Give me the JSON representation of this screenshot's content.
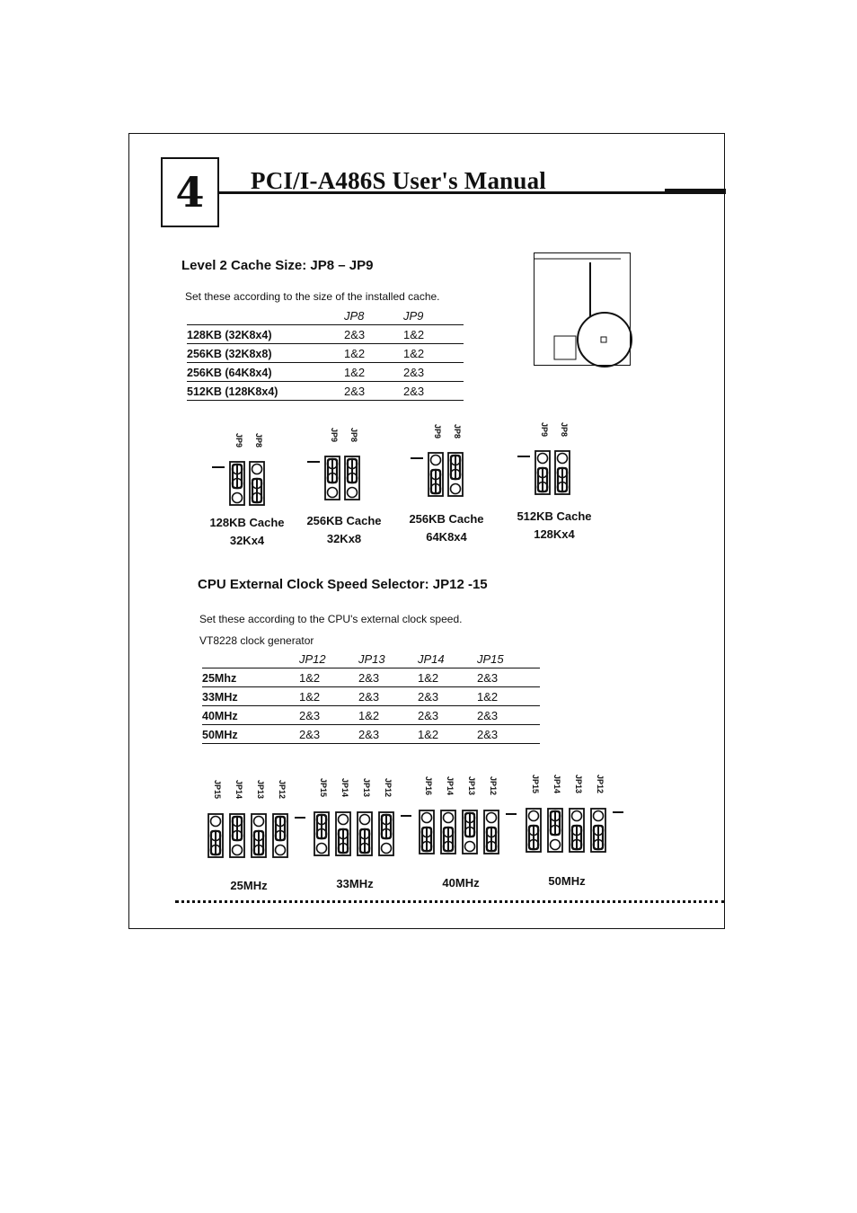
{
  "header": {
    "chapter": "4",
    "title": "PCI/I-A486S User's Manual"
  },
  "cache": {
    "title": "Level 2 Cache Size: JP8 – JP9",
    "note": "Set these according to the size of the installed cache.",
    "columns": [
      "JP8",
      "JP9"
    ],
    "rows": [
      {
        "label": "128KB (32K8x4)",
        "jp8": "2&3",
        "jp9": "1&2"
      },
      {
        "label": "256KB (32K8x8)",
        "jp8": "1&2",
        "jp9": "1&2"
      },
      {
        "label": "256KB (64K8x4)",
        "jp8": "1&2",
        "jp9": "2&3"
      },
      {
        "label": "512KB (128K8x4)",
        "jp8": "2&3",
        "jp9": "2&3"
      }
    ],
    "diagrams": [
      {
        "line1": "128KB Cache",
        "line2": "32Kx4",
        "jp_a": "JP9",
        "jp_b": "JP8"
      },
      {
        "line1": "256KB Cache",
        "line2": "32Kx8",
        "jp_a": "JP9",
        "jp_b": "JP8"
      },
      {
        "line1": "256KB Cache",
        "line2": "64K8x4",
        "jp_a": "JP9",
        "jp_b": "JP8"
      },
      {
        "line1": "512KB Cache",
        "line2": "128Kx4",
        "jp_a": "JP9",
        "jp_b": "JP8"
      }
    ]
  },
  "clock": {
    "title": "CPU External Clock Speed Selector: JP12 -15",
    "note": "Set these according to the CPU's external clock speed.",
    "note2": "VT8228 clock generator",
    "columns": [
      "JP12",
      "JP13",
      "JP14",
      "JP15"
    ],
    "rows": [
      {
        "label": "25Mhz",
        "v": [
          "1&2",
          "2&3",
          "1&2",
          "2&3"
        ]
      },
      {
        "label": "33MHz",
        "v": [
          "1&2",
          "2&3",
          "2&3",
          "1&2"
        ]
      },
      {
        "label": "40MHz",
        "v": [
          "2&3",
          "1&2",
          "2&3",
          "2&3"
        ]
      },
      {
        "label": "50MHz",
        "v": [
          "2&3",
          "2&3",
          "1&2",
          "2&3"
        ]
      }
    ],
    "diagrams": [
      {
        "label": "25MHz",
        "tags": [
          "JP15",
          "JP14",
          "JP13",
          "JP12"
        ]
      },
      {
        "label": "33MHz",
        "tags": [
          "JP15",
          "JP14",
          "JP13",
          "JP12"
        ]
      },
      {
        "label": "40MHz",
        "tags": [
          "JP16",
          "JP14",
          "JP13",
          "JP12"
        ]
      },
      {
        "label": "50MHz",
        "tags": [
          "JP15",
          "JP14",
          "JP13",
          "JP12"
        ]
      }
    ]
  }
}
